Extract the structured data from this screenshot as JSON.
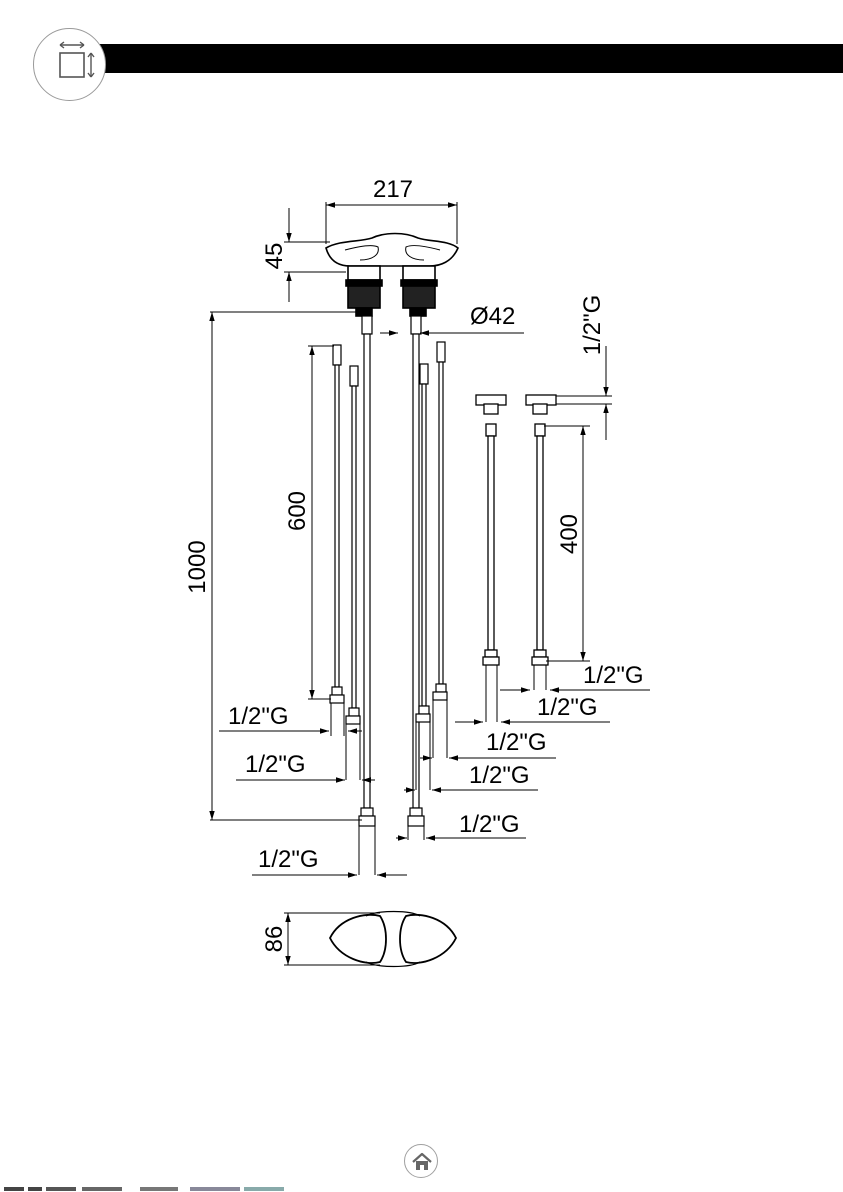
{
  "header": {
    "icon": "dimensions-icon"
  },
  "dimensions": {
    "width": "217",
    "height": "45",
    "diameter": "Ø42",
    "length_total": "1000",
    "length_600": "600",
    "length_400": "400",
    "depth": "86",
    "thread_valve": "1/2\"G",
    "thread_1": "1/2\"G",
    "thread_2": "1/2\"G",
    "thread_3": "1/2\"G",
    "thread_4": "1/2\"G",
    "thread_5": "1/2\"G",
    "thread_6": "1/2\"G",
    "thread_7": "1/2\"G",
    "thread_8": "1/2\"G"
  },
  "footer": {
    "home_icon": "home-icon"
  }
}
